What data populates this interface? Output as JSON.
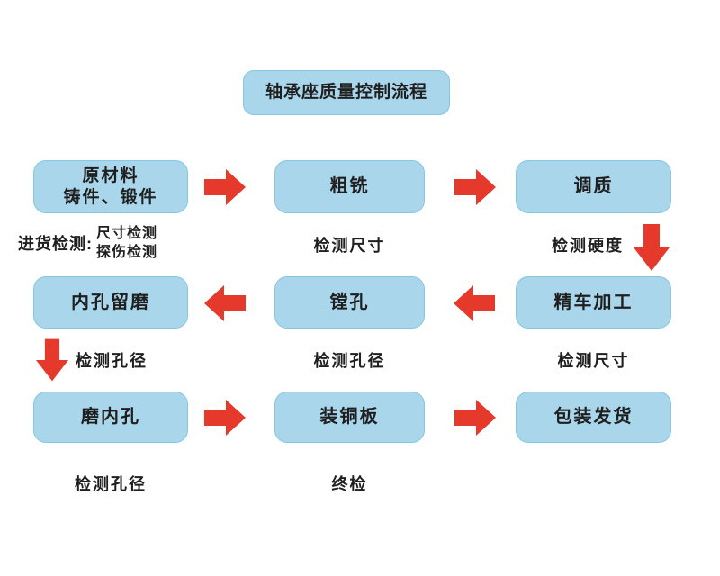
{
  "title": "轴承座质量控制流程",
  "flow": {
    "row1": {
      "box1_line1": "原材料",
      "box1_line2": "铸件、锻件",
      "box2": "粗铣",
      "box3": "调质",
      "label1_prefix": "进货检测:",
      "label1_item1": "尺寸检测",
      "label1_item2": "探伤检测",
      "label2": "检测尺寸",
      "label3": "检测硬度"
    },
    "row2": {
      "box1": "内孔留磨",
      "box2": "镗孔",
      "box3": "精车加工",
      "label1": "检测孔径",
      "label2": "检测孔径",
      "label3": "检测尺寸"
    },
    "row3": {
      "box1": "磨内孔",
      "box2": "装铜板",
      "box3": "包装发货",
      "label1": "检测孔径",
      "label2": "终检"
    }
  },
  "colors": {
    "background": "#ffffff",
    "box_fill": "#a9d6ea",
    "box_border": "#85c6e2",
    "arrow": "#e5392b",
    "text": "#1f1f1f"
  }
}
